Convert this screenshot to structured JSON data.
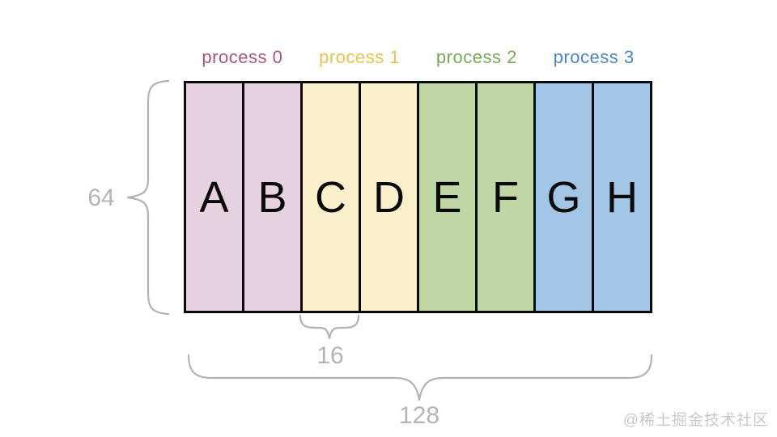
{
  "diagram": {
    "title_semantics": "memory block of 128 bytes split across 4 processes, 8 cells of 16 bytes, height 64",
    "processes": [
      {
        "label": "process 0",
        "color": "#a85677"
      },
      {
        "label": "process 1",
        "color": "#e7c24d"
      },
      {
        "label": "process 2",
        "color": "#74aa55"
      },
      {
        "label": "process 3",
        "color": "#4a86c8"
      }
    ],
    "cells": [
      {
        "letter": "A",
        "fill": "#e6d2e0"
      },
      {
        "letter": "B",
        "fill": "#e6d2e0"
      },
      {
        "letter": "C",
        "fill": "#faf0cc"
      },
      {
        "letter": "D",
        "fill": "#faf0cc"
      },
      {
        "letter": "E",
        "fill": "#bfd7a4"
      },
      {
        "letter": "F",
        "fill": "#bfd7a4"
      },
      {
        "letter": "G",
        "fill": "#a4c6e6"
      },
      {
        "letter": "H",
        "fill": "#a4c6e6"
      }
    ],
    "annotations": {
      "height_label": "64",
      "cell_width_label": "16",
      "total_width_label": "128",
      "brace_color": "#b2b2b2"
    }
  },
  "watermark": "@稀土掘金技术社区"
}
